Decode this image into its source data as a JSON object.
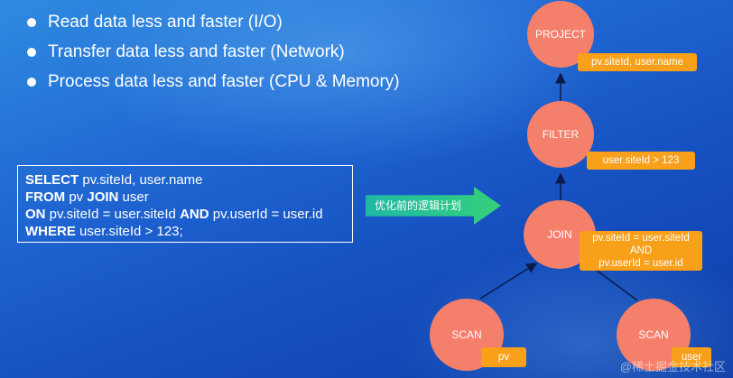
{
  "bullets": [
    "Read data less and faster (I/O)",
    "Transfer data less and faster (Network)",
    "Process data less and faster (CPU & Memory)"
  ],
  "sql": {
    "l1_kw": "SELECT",
    "l1_rest": " pv.siteId, user.name",
    "l2_kw1": "FROM",
    "l2_mid": " pv ",
    "l2_kw2": "JOIN",
    "l2_rest": " user",
    "l3_kw1": "ON",
    "l3_mid": " pv.siteId = user.siteId ",
    "l3_kw2": "AND",
    "l3_rest": " pv.userId = user.id",
    "l4_kw": "WHERE",
    "l4_rest": " user.siteId > 123;"
  },
  "arrow_label": "优化前的逻辑计划",
  "nodes": {
    "project": {
      "label": "PROJECT",
      "tag": "pv.siteId, user.name"
    },
    "filter": {
      "label": "FILTER",
      "tag": "user.siteId > 123"
    },
    "join": {
      "label": "JOIN",
      "tag_lines": [
        "pv.siteId = user.siteId",
        "AND",
        "pv.userId = user.id"
      ]
    },
    "scan_left": {
      "label": "SCAN",
      "tag": "pv"
    },
    "scan_right": {
      "label": "SCAN",
      "tag": "user"
    }
  },
  "colors": {
    "node": "#f47f6a",
    "tag": "#f9a01a",
    "arrow": "#2dc38c"
  },
  "watermark": "@稀土掘金技术社区"
}
